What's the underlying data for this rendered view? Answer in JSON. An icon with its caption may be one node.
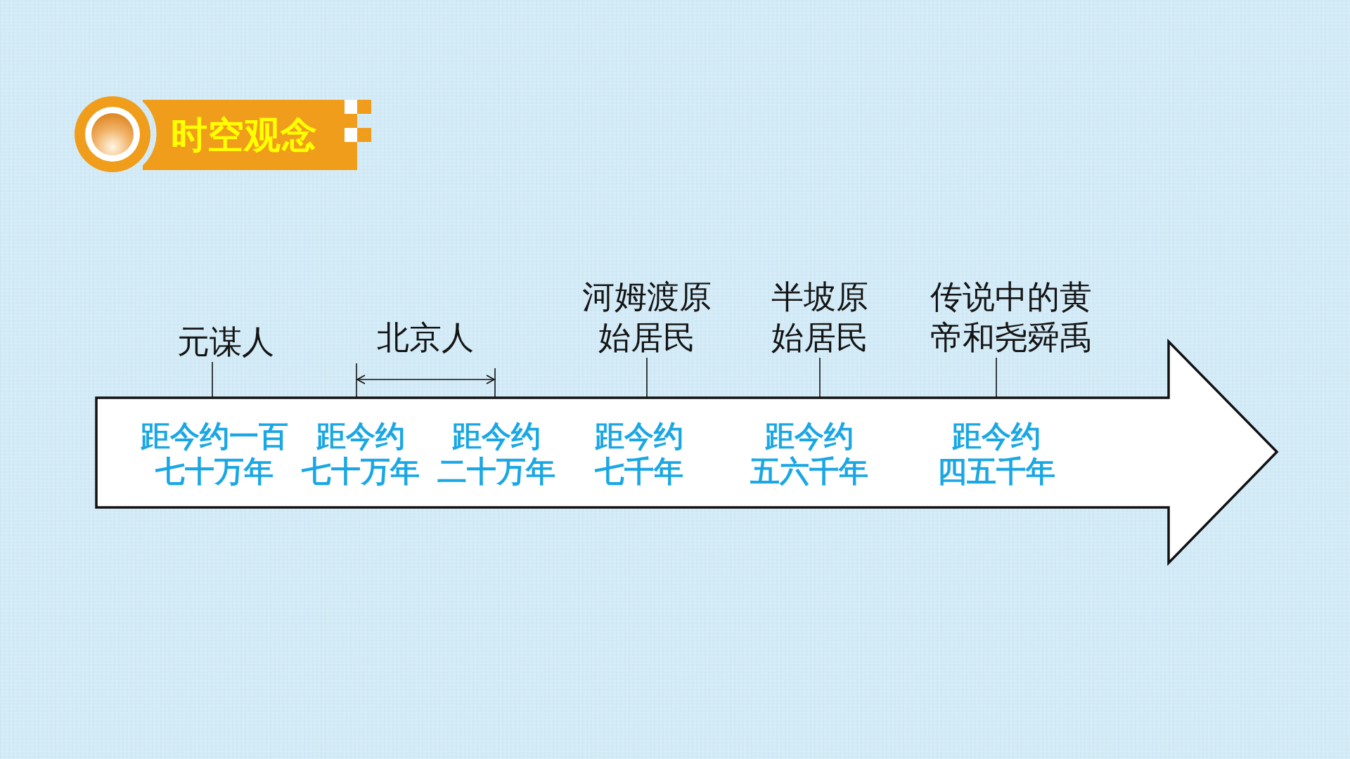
{
  "diagram": {
    "title": "时空观念",
    "nodes": [
      {
        "text": [
          "元谋人"
        ]
      },
      {
        "text": [
          "北京人"
        ]
      },
      {
        "text": [
          "河姆渡原始居民"
        ]
      },
      {
        "text": [
          "半坡原始居民"
        ]
      },
      {
        "text": [
          "传说中的黄帝和尧舜禹"
        ]
      },
      {
        "text": [
          "距今约一百七十万年",
          "距今约七十万年",
          "距今约二十万年",
          "距今约七千年",
          "距今约五六千年",
          "距今约四五千年"
        ]
      }
    ],
    "edges": [
      {
        "from": 0,
        "to": 5,
        "arrow": "none"
      },
      {
        "from": 2,
        "to": 5,
        "arrow": "none"
      },
      {
        "from": 3,
        "to": 5,
        "arrow": "none"
      },
      {
        "from": 4,
        "to": 5,
        "arrow": "none"
      }
    ]
  }
}
